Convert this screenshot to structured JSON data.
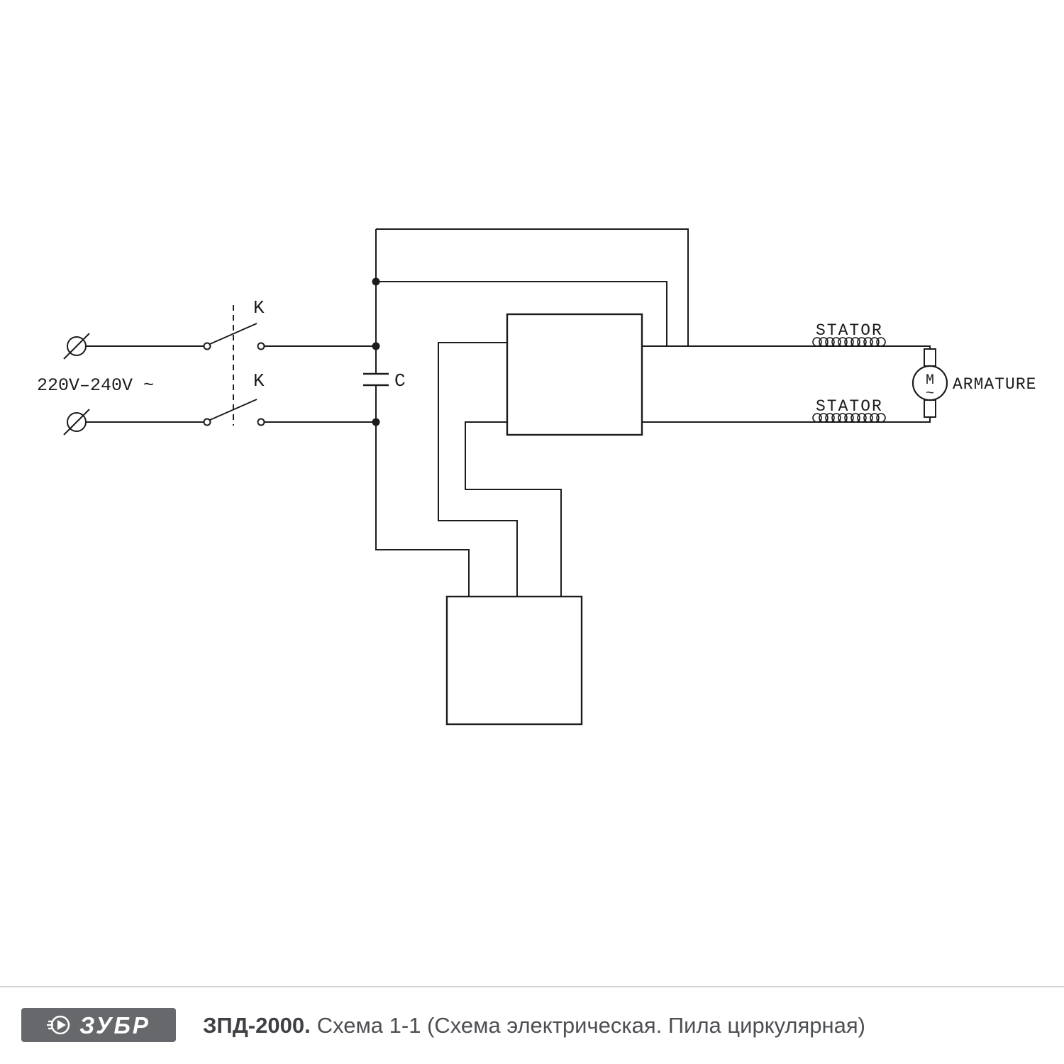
{
  "diagram": {
    "supply_label": "220V–240V ~",
    "switch_label_top": "K",
    "switch_label_bottom": "K",
    "capacitor_label": "C",
    "stator_label_top": "STATOR",
    "stator_label_bottom": "STATOR",
    "armature_label": "ARMATURE",
    "motor_letter": "M",
    "motor_wave": "~"
  },
  "footer": {
    "brand": "ЗУБР",
    "model_bold": "ЗПД-2000.",
    "caption_rest": "Схема 1-1 (Схема электрическая. Пила циркулярная)"
  },
  "colors": {
    "line": "#1c1c1c",
    "logo_background": "#66686b",
    "footer_text": "#4d4f52",
    "divider": "#d4d4d4"
  }
}
